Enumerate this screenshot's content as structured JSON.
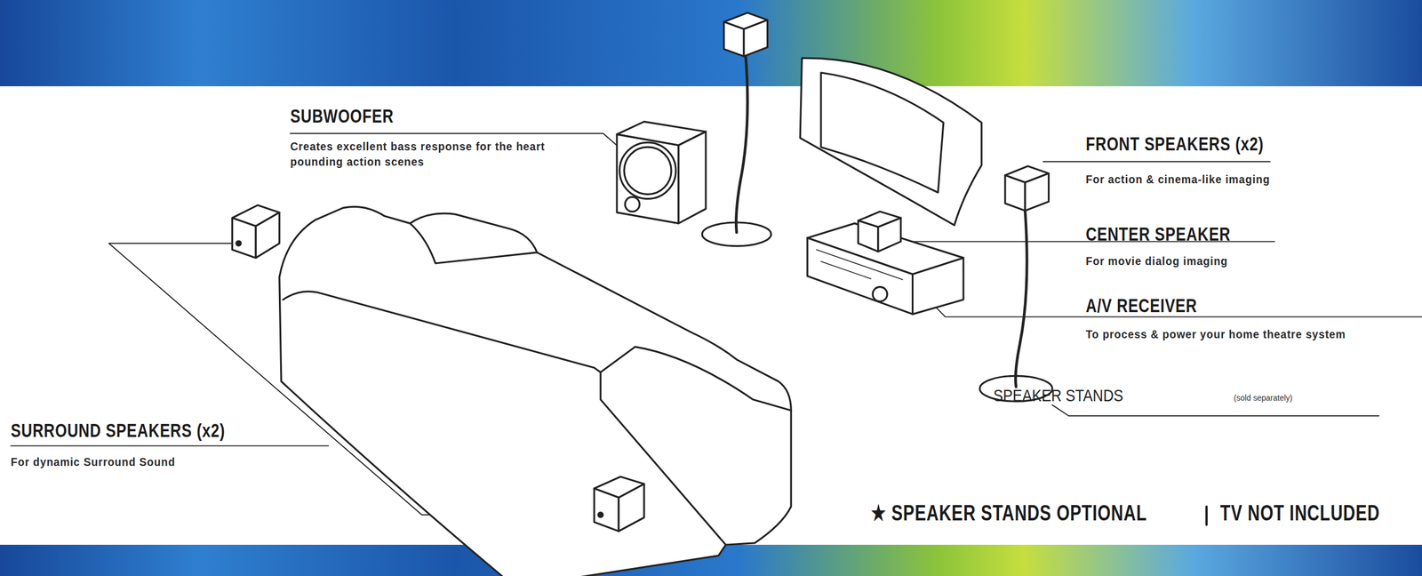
{
  "diagram": {
    "labels": [
      "SUBWOOFER",
      "Creates excellent bass response for the heart pounding action scenes",
      "FRONT SPEAKERS (x2)",
      "For action & cinema-like imaging",
      "CENTER SPEAKER",
      "For movie dialog imaging",
      "A/V RECEIVER",
      "To process & power your home theatre system",
      "SPEAKER STANDS",
      "(sold separately)",
      "SURROUND SPEAKERS (x2)",
      "For dynamic Surround Sound",
      "★ SPEAKER STANDS OPTIONAL",
      "TV NOT INCLUDED"
    ]
  }
}
